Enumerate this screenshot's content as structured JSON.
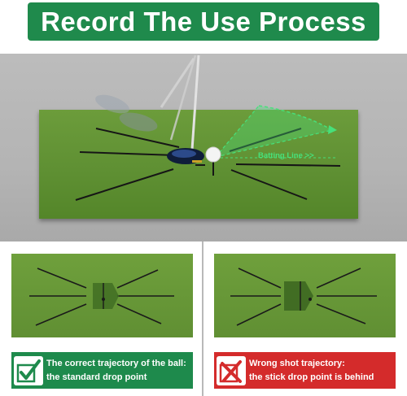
{
  "banner": {
    "title": "Record The Use Process"
  },
  "main_scene": {
    "batting_line_label": "Batting Line >>"
  },
  "comparison": {
    "correct": {
      "line1": "The correct trajectory of the ball:",
      "line2": "the standard drop point",
      "icon": "checkmark-icon",
      "color": "#1e8a4c"
    },
    "wrong": {
      "line1": "Wrong shot trajectory:",
      "line2": "the stick drop point is behind",
      "icon": "cross-icon",
      "color": "#d42b2b"
    }
  },
  "colors": {
    "banner": "#1f8a4c",
    "mat_green": "#5f9033",
    "trajectory_green": "#47e07a"
  }
}
